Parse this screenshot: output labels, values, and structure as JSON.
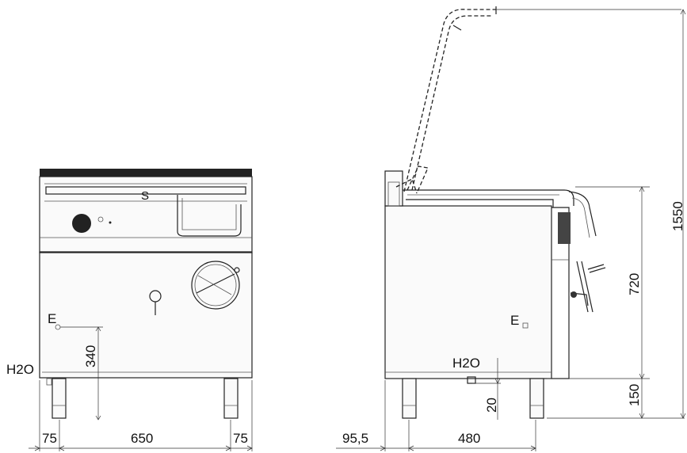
{
  "front_view": {
    "labels": {
      "s": "S",
      "e": "E",
      "h2o": "H2O",
      "dim_340": "340",
      "dim_75_left": "75",
      "dim_650": "650",
      "dim_75_right": "75"
    }
  },
  "side_view": {
    "labels": {
      "e": "E",
      "h2o": "H2O",
      "dim_1550": "1550",
      "dim_720": "720",
      "dim_150": "150",
      "dim_20": "20",
      "dim_95_5": "95,5",
      "dim_480": "480"
    }
  }
}
